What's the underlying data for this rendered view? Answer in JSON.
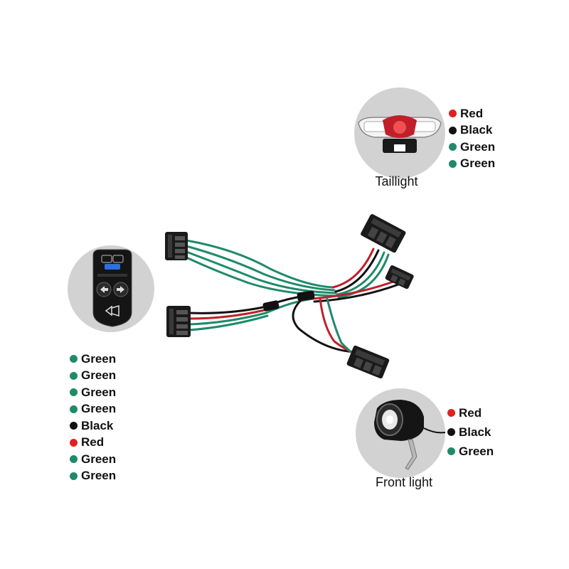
{
  "colors": {
    "red": "#e02020",
    "black": "#111111",
    "green": "#1f8a6a",
    "circle_bg": "#d2d2d2"
  },
  "taillight": {
    "caption": "Taillight",
    "wires": [
      {
        "label": "Red",
        "color": "#e02020"
      },
      {
        "label": "Black",
        "color": "#111111"
      },
      {
        "label": "Green",
        "color": "#1f8a6a"
      },
      {
        "label": "Green",
        "color": "#1f8a6a"
      }
    ]
  },
  "switch": {
    "wires": [
      {
        "label": "Green",
        "color": "#1f8a6a"
      },
      {
        "label": "Green",
        "color": "#1f8a6a"
      },
      {
        "label": "Green",
        "color": "#1f8a6a"
      },
      {
        "label": "Green",
        "color": "#1f8a6a"
      },
      {
        "label": "Black",
        "color": "#111111"
      },
      {
        "label": "Red",
        "color": "#e02020"
      },
      {
        "label": "Green",
        "color": "#1f8a6a"
      },
      {
        "label": "Green",
        "color": "#1f8a6a"
      }
    ]
  },
  "front_light": {
    "caption": "Front light",
    "wires": [
      {
        "label": "Red",
        "color": "#e02020"
      },
      {
        "label": "Black",
        "color": "#111111"
      },
      {
        "label": "Green",
        "color": "#1f8a6a"
      }
    ]
  },
  "icons": {
    "switch": "handlebar-switch-icon",
    "taillight": "taillight-icon",
    "front_light": "front-light-icon"
  }
}
